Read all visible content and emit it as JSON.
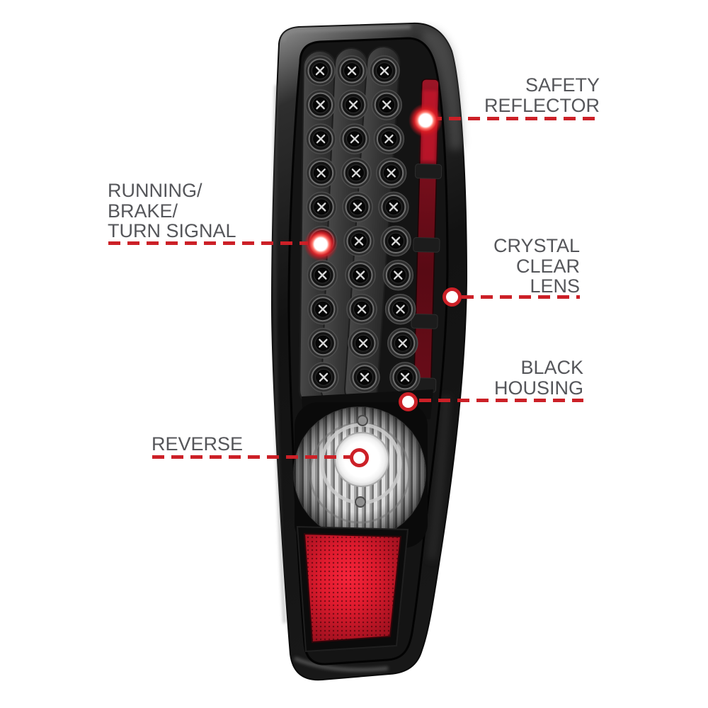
{
  "colors": {
    "background": "#ffffff",
    "label_text": "#55565a",
    "callout_red": "#cc2027",
    "housing_black": "#141414",
    "safety_reflector_red": "#7c0f1d",
    "bottom_reflector_red": "#df1b2e",
    "reverse_lens_white": "#ffffff"
  },
  "annotations": {
    "safety_reflector": {
      "label": "SAFETY\nREFLECTOR"
    },
    "running_brake_turn_signal": {
      "label": "RUNNING/\nBRAKE/\nTURN SIGNAL"
    },
    "crystal_clear_lens": {
      "label": "CRYSTAL\nCLEAR\nLENS"
    },
    "black_housing": {
      "label": "BLACK\nHOUSING"
    },
    "reverse": {
      "label": "REVERSE"
    }
  }
}
